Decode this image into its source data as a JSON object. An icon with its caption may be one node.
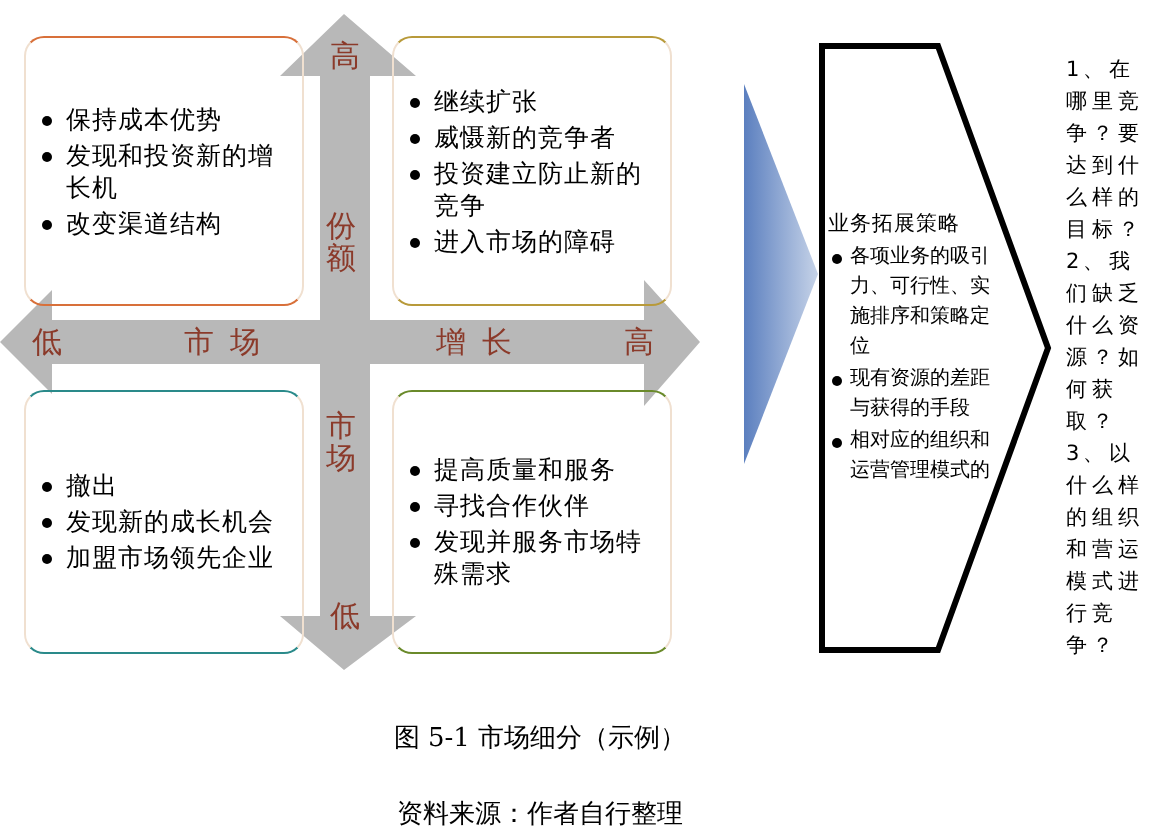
{
  "diagram": {
    "caption": "图 5-1 市场细分（示例）",
    "nodes": [
      {
        "text": [
          "保持成本优势",
          "发现和投资新的增长机",
          "改变渠道结构"
        ]
      },
      {
        "text": [
          "继续扩张",
          "威慑新的竞争者",
          "投资建立防止新的竞争",
          "进入市场的障碍"
        ]
      },
      {
        "text": [
          "撤出",
          "发现新的成长机会",
          "加盟市场领先企业"
        ]
      },
      {
        "text": [
          "提高质量和服务",
          "寻找合作伙伴",
          "发现并服务市场特殊需求"
        ]
      },
      {
        "text": [],
        "shape": "triangle"
      },
      {
        "text": [
          "业务拓展策略",
          "各项业务的吸引力、可行性、实施排序和策略定位",
          "现有资源的差距与获得的手段",
          "相对应的组织和运营管理模式的"
        ],
        "beside": [
          "1、在哪里竞争？要达到什么样的目标？",
          "2、我们缺乏什么资源？如何获取？",
          "3、以什么样的组织和营运模式进行竞争？"
        ]
      }
    ],
    "labels": [
      "高",
      "份额",
      "低",
      "市场",
      "增长",
      "高",
      "市场",
      "低",
      "资料来源：作者自行整理"
    ]
  }
}
